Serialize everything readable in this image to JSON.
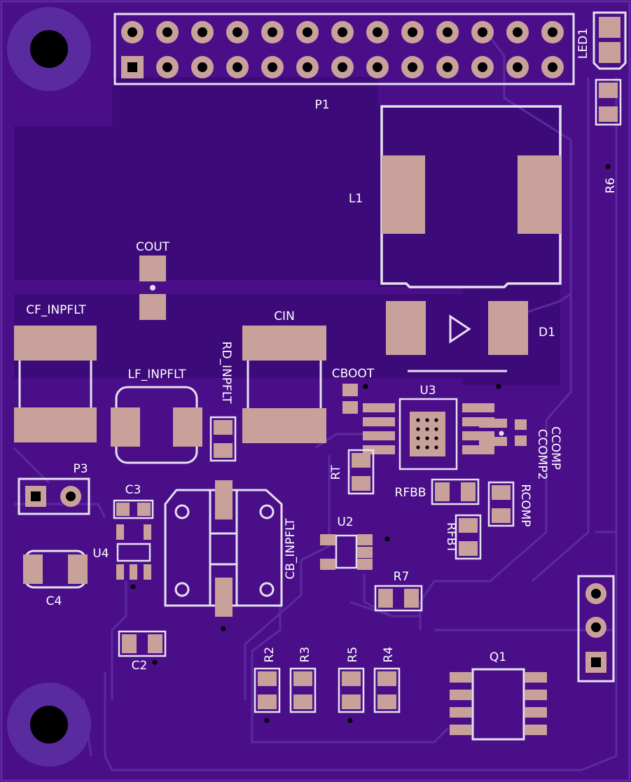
{
  "board": {
    "colors": {
      "substrate": "#4a0f88",
      "copper_pour": "#3f0a80",
      "trace": "#5a2a9f",
      "pad": "#c9a19b",
      "pad_inner": "#8e7285",
      "silkscreen": "#e6e0f0",
      "hole": "#000000"
    }
  },
  "labels": {
    "p1": "P1",
    "led1": "LED1",
    "r6": "R6",
    "l1": "L1",
    "cout": "COUT",
    "cf_inpflt": "CF_INPFLT",
    "cin": "CIN",
    "d1": "D1",
    "rd_inpflt": "RD_INPFLT",
    "cboot": "CBOOT",
    "lf_inpflt": "LF_INPFLT",
    "u3": "U3",
    "ccomp": "CCOMP",
    "ccomp2": "CCOMP2",
    "rt": "RT",
    "rfbb": "RFBB",
    "rcomp": "RCOMP",
    "rfbt": "RFBT",
    "p3": "P3",
    "c3": "C3",
    "u4": "U4",
    "c4": "C4",
    "cb_inpflt": "CB_INPFLT",
    "u2": "U2",
    "r7": "R7",
    "c2": "C2",
    "r2": "R2",
    "r3": "R3",
    "r5": "R5",
    "r4": "R4",
    "q1": "Q1"
  }
}
